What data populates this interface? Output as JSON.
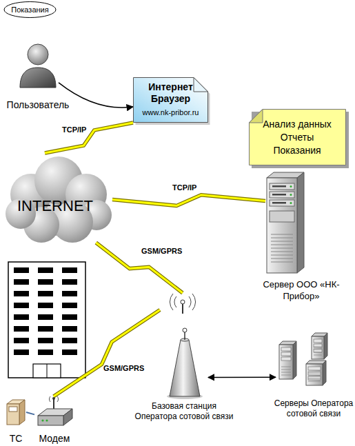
{
  "diagram": {
    "nodes": [
      {
        "text": [
          "Показания"
        ]
      },
      {
        "text": [
          "Пользователь"
        ]
      },
      {
        "text": [
          "Интернет Браузер",
          "www.nk-pribor.ru"
        ]
      },
      {
        "text": [
          "Анализ данных Отчеты Показания"
        ]
      },
      {
        "text": [
          "INTERNET"
        ]
      },
      {
        "text": [
          "Сервер ООО «НК-Прибор»"
        ]
      },
      {
        "text": [
          "Базовая станция Оператора сотовой связи"
        ]
      },
      {
        "text": [
          "Серверы Оператора сотовой связи"
        ]
      },
      {
        "text": [
          "ТС"
        ]
      },
      {
        "text": [
          "Модем"
        ]
      }
    ],
    "edges": [
      {
        "from": 1,
        "to": 2,
        "arrow": "to"
      },
      {
        "from": 2,
        "to": 4,
        "arrow": "none",
        "label": "TCP/IP"
      },
      {
        "from": 4,
        "to": 5,
        "arrow": "none",
        "label": "TCP/IP"
      },
      {
        "from": 4,
        "to": 6,
        "arrow": "none",
        "label": "GSM/GPRS"
      },
      {
        "from": 9,
        "to": 6,
        "arrow": "none",
        "label": "GSM/GPRS"
      },
      {
        "from": 6,
        "to": 7,
        "arrow": "both"
      },
      {
        "from": 8,
        "to": 9,
        "arrow": "none"
      }
    ]
  }
}
